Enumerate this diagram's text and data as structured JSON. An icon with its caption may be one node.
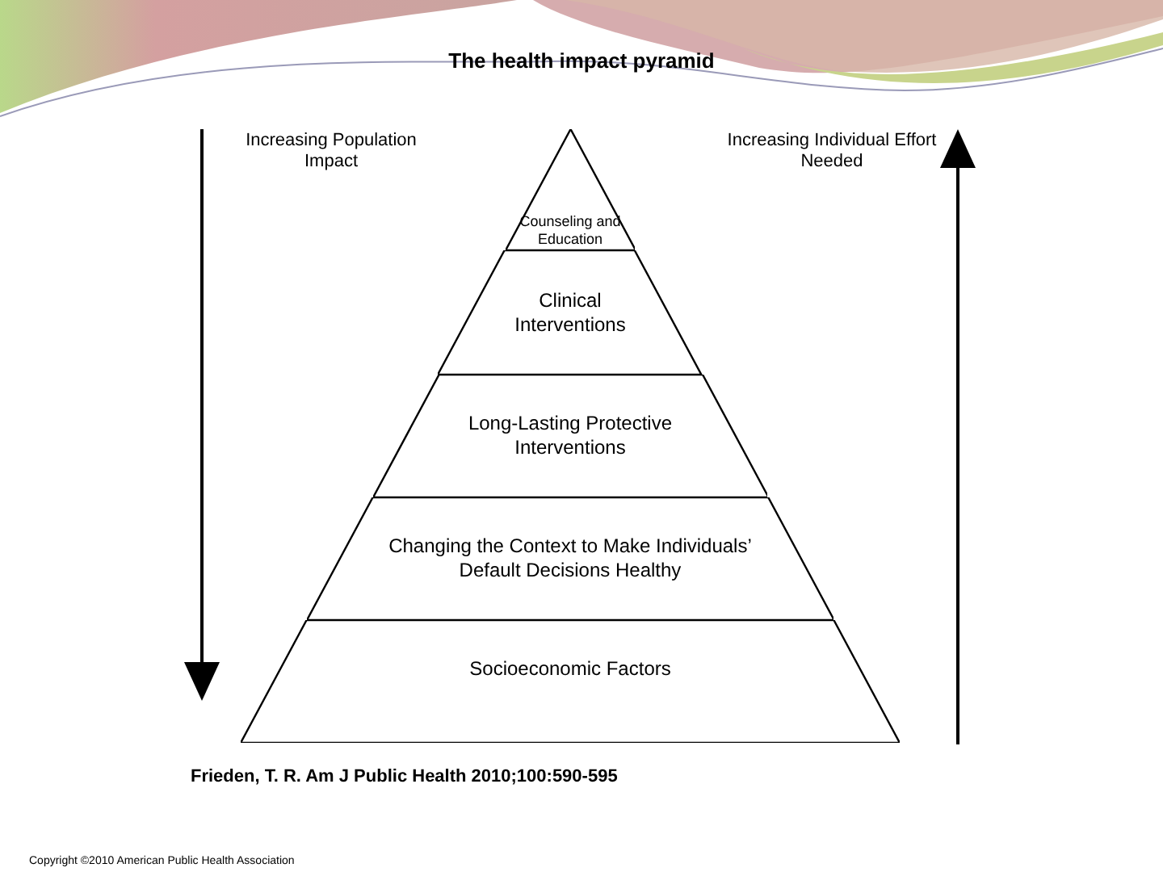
{
  "diagram": {
    "title": "The health impact pyramid",
    "nodes": [
      {
        "text": [
          "Counseling and Education"
        ]
      },
      {
        "text": [
          "Clinical Interventions"
        ]
      },
      {
        "text": [
          "Long-Lasting Protective Interventions"
        ]
      },
      {
        "text": [
          "Changing the Context to Make Individuals’ Default Decisions Healthy"
        ]
      },
      {
        "text": [
          "Socioeconomic Factors"
        ]
      }
    ],
    "labels": [
      "Increasing Population Impact",
      "Increasing Individual Effort Needed",
      "Copyright ©2010 American Public Health Association"
    ],
    "caption": "Frieden, T. R. Am J Public Health 2010;100:590-595"
  }
}
